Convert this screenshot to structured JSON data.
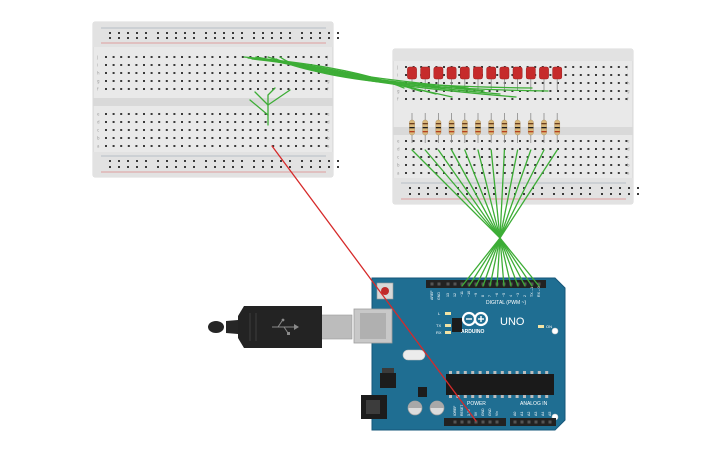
{
  "breadboard_left": {
    "row_letters_top": [
      "j",
      "i",
      "h",
      "g",
      "f"
    ],
    "row_letters_bottom": [
      "e",
      "d",
      "c",
      "b",
      "a"
    ],
    "column_count": 30
  },
  "breadboard_right": {
    "row_letters_top": [
      "j",
      "i",
      "h",
      "g",
      "f"
    ],
    "row_letters_bottom": [
      "e",
      "d",
      "c",
      "b",
      "a"
    ],
    "column_count": 30,
    "led_count": 12,
    "resistor_count": 12
  },
  "arduino": {
    "model_label": "UNO",
    "brand_label": "ARDUINO",
    "digital_header_label": "DIGITAL (PWM ~)",
    "power_header_label": "POWER",
    "analog_header_label": "ANALOG IN",
    "digital_pins": [
      "13",
      "12",
      "~11",
      "~10",
      "~9",
      "8",
      "7",
      "~6",
      "~5",
      "4",
      "~3",
      "2",
      "TX→1",
      "RX←0"
    ],
    "top_left_pins": [
      "AREF",
      "GND"
    ],
    "power_pins": [
      "IOREF",
      "RESET",
      "3.3V",
      "5V",
      "GND",
      "GND",
      "Vin"
    ],
    "analog_pins": [
      "A0",
      "A1",
      "A2",
      "A3",
      "A4",
      "A5"
    ],
    "indicator_labels": [
      "L",
      "TX",
      "RX"
    ],
    "on_label": "ON"
  },
  "colors": {
    "board_teal": "#1f6e92",
    "wire_green": "#3dad36",
    "wire_red": "#d62a2a",
    "led_red": "#c62b2b",
    "breadboard": "#e8e8e8",
    "rail_red": "#d85a5a",
    "rail_blue": "#7c8ea8"
  }
}
